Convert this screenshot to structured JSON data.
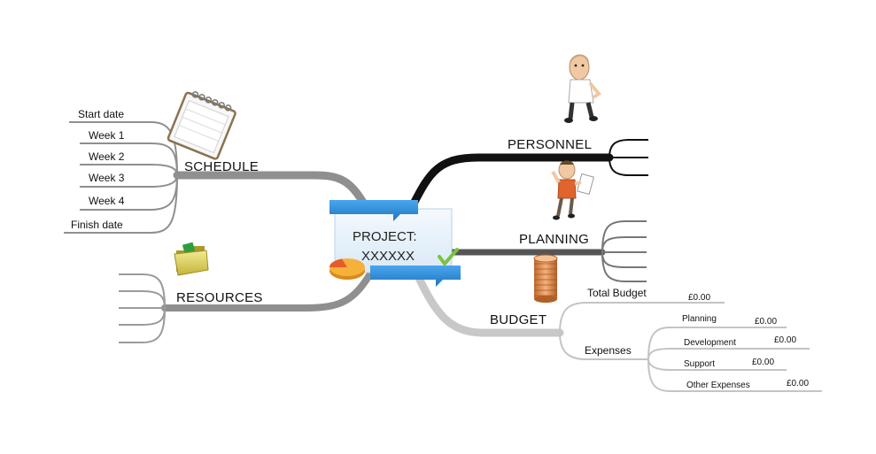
{
  "center": {
    "line1": "PROJECT:",
    "line2": "XXXXXX"
  },
  "branches": {
    "schedule": {
      "label": "SCHEDULE",
      "items": [
        "Start date",
        "Week 1",
        "Week 2",
        "Week 3",
        "Week 4",
        "Finish date"
      ]
    },
    "resources": {
      "label": "RESOURCES"
    },
    "personnel": {
      "label": "PERSONNEL"
    },
    "planning": {
      "label": "PLANNING"
    },
    "budget": {
      "label": "BUDGET",
      "total_label": "Total Budget",
      "total_value": "£0.00",
      "expenses_label": "Expenses",
      "expenses": [
        {
          "label": "Planning",
          "value": "£0.00"
        },
        {
          "label": "Development",
          "value": "£0.00"
        },
        {
          "label": "Support",
          "value": "£0.00"
        },
        {
          "label": "Other Expenses",
          "value": "£0.00"
        }
      ]
    }
  },
  "colors": {
    "schedule": "#8f8f8f",
    "resources": "#8f8f8f",
    "personnel": "#111111",
    "planning": "#555555",
    "budget": "#c8c8c8",
    "ribbon": "#2a8ad8",
    "center_box": "#e6f1fa"
  },
  "icons": {
    "schedule": "notepad-icon",
    "resources": "folder-icon",
    "personnel": "thinking-man-icon",
    "planning": "person-with-checklist-icon",
    "budget": "coin-stack-icon",
    "center_chart": "pie-chart-icon",
    "center_check": "checkmark-icon"
  }
}
